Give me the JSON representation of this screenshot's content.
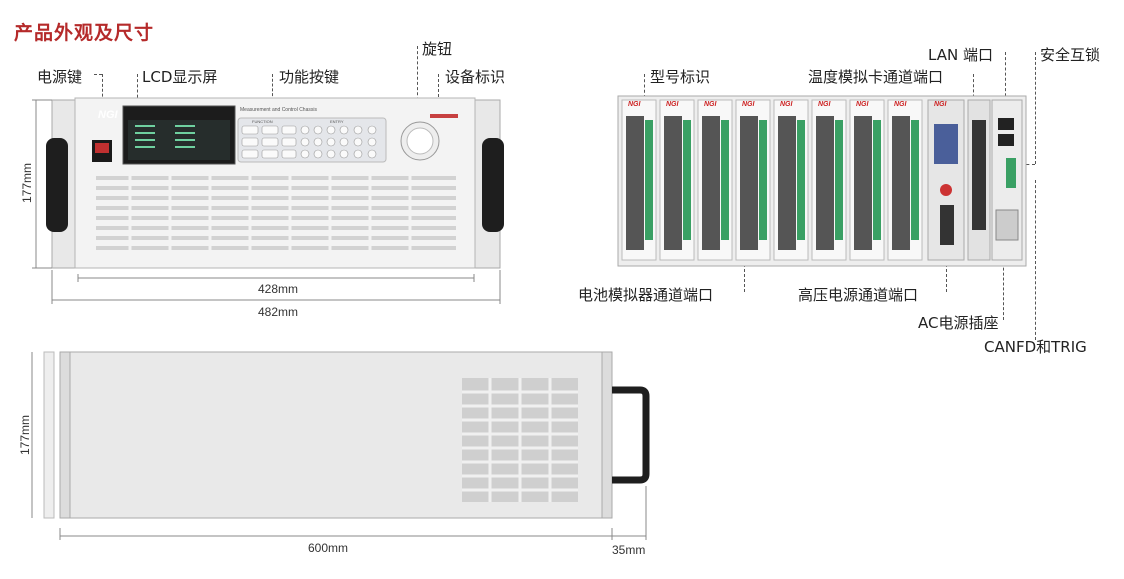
{
  "heading": "产品外观及尺寸",
  "front": {
    "callouts": {
      "power_key": "电源键",
      "lcd": "LCD显示屏",
      "function_keys": "功能按键",
      "knob": "旋钮",
      "device_id": "设备标识"
    },
    "brand": "NGI",
    "panel_caption": "Measurement and Control Chassis",
    "keypad_function": "FUNCTION",
    "keypad_entry": "ENTRY",
    "height_dim": "177mm",
    "inner_width_dim": "428mm",
    "outer_width_dim": "482mm"
  },
  "rear": {
    "callouts": {
      "model_id": "型号标识",
      "temp_port": "温度模拟卡通道端口",
      "lan_port": "LAN 端口",
      "interlock": "安全互锁",
      "battery_port": "电池模拟器通道端口",
      "hv_port": "高压电源通道端口",
      "ac_socket": "AC电源插座",
      "canfd_trig": "CANFD和TRIG"
    },
    "slot_brand": "NGI"
  },
  "side": {
    "height_dim": "177mm",
    "depth_dim": "600mm",
    "handle_dim": "35mm"
  }
}
